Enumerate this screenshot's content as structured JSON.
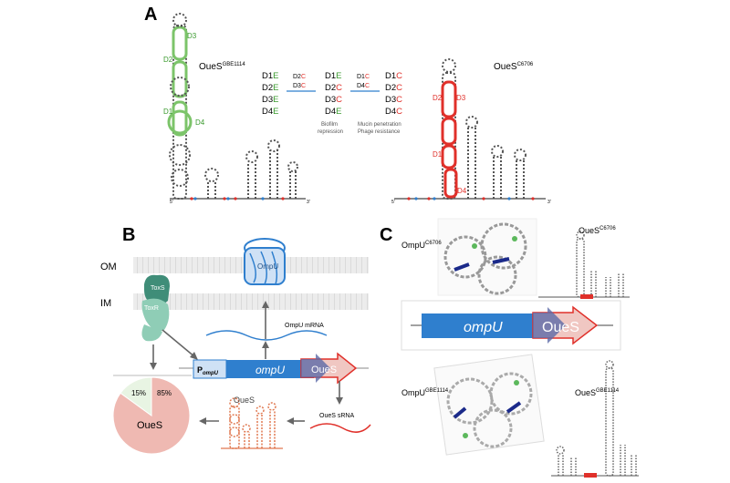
{
  "panels": {
    "a": "A",
    "b": "B",
    "c": "C"
  },
  "panel_a": {
    "left_title": "OueS",
    "left_sup": "GBE1114",
    "right_title": "OueS",
    "right_sup": "C6706",
    "left_domains": [
      "D3",
      "D2",
      "D1",
      "D4"
    ],
    "right_domains": [
      "D2",
      "D3",
      "D1",
      "D4"
    ],
    "col1": [
      "D1",
      "D2",
      "D3",
      "D4"
    ],
    "col1_suffix": "E",
    "swap1": [
      "D2",
      "D3"
    ],
    "swap1_suffix": "C",
    "col2": [
      [
        "D1",
        "E"
      ],
      [
        "D2",
        "C"
      ],
      [
        "D3",
        "C"
      ],
      [
        "D4",
        "E"
      ]
    ],
    "swap2": [
      "D1",
      "D4"
    ],
    "swap2_suffix": "C",
    "col3": [
      "D1",
      "D2",
      "D3",
      "D4"
    ],
    "col3_suffix": "C",
    "note1_l1": "Biofilm",
    "note1_l2": "repression",
    "note2_l1": "Mucin penetration",
    "note2_l2": "Phage resistance",
    "five_prime": "5'",
    "three_prime": "3'"
  },
  "panel_b": {
    "om": "OM",
    "im": "IM",
    "toxs": "ToxS",
    "toxr": "ToxR",
    "ompu_protein": "OmpU",
    "mrna": "OmpU mRNA",
    "promoter": "P",
    "promoter_sub": "ompU",
    "gene": "ompU",
    "oues_gene": "OueS",
    "oues_struct": "OueS",
    "srna": "OueS sRNA",
    "pie_small": "15%",
    "pie_large": "85%",
    "pie_label": "OueS",
    "pie_data": [
      15,
      85
    ]
  },
  "panel_c": {
    "top_protein": "OmpU",
    "top_protein_sup": "C6706",
    "top_rna": "OueS",
    "top_rna_sup": "C6706",
    "gene": "ompU",
    "oues_gene": "OueS",
    "bottom_protein": "OmpU",
    "bottom_protein_sup": "GBE1114",
    "bottom_rna": "OueS",
    "bottom_rna_sup": "GBE1114"
  },
  "colors": {
    "green": "#7cc46a",
    "red": "#e0302a",
    "blue": "#2f7fce",
    "membrane": "#d9d9d9",
    "toxs": "#3f8d78",
    "toxr": "#8fcdb6",
    "pie_big": "#efb9b2",
    "pie_small": "#e8f4e3"
  }
}
